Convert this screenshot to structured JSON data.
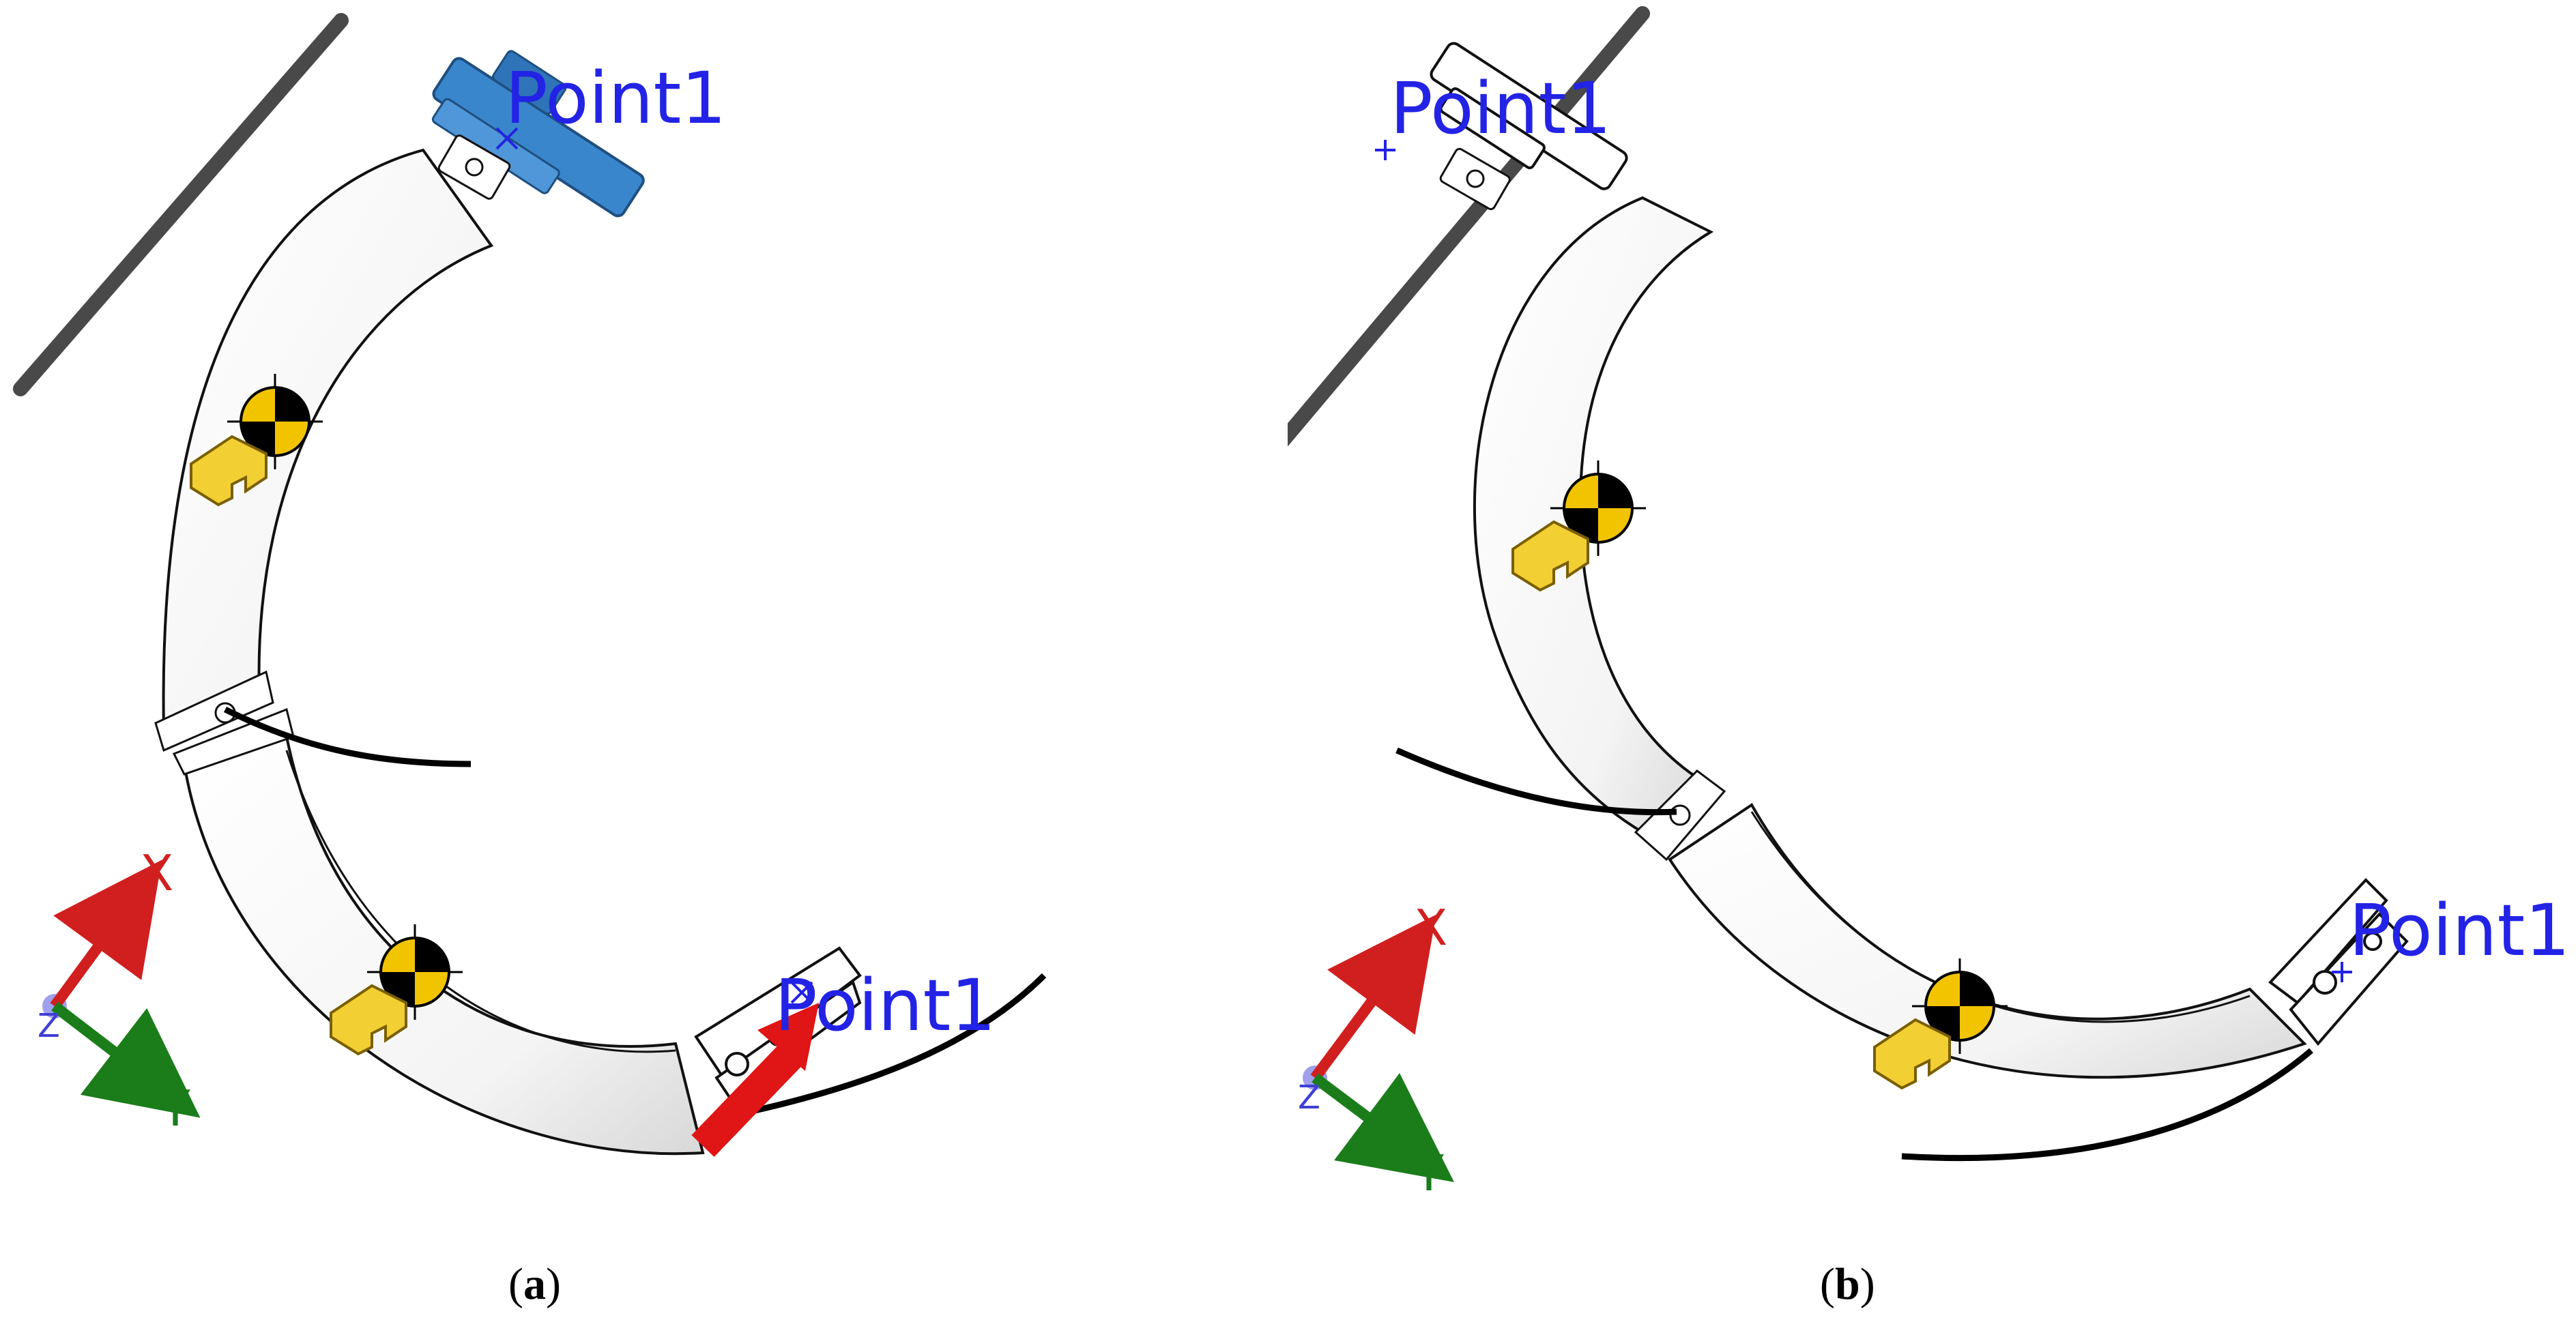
{
  "figure": {
    "panel_a": {
      "caption_letter": "a",
      "point_top_label": "Point1",
      "point_bottom_label": "Point1",
      "axis_x_label": "X",
      "axis_y_label": "Y",
      "axis_z_label": "Z"
    },
    "panel_b": {
      "caption_letter": "b",
      "point_top_label": "Point1",
      "point_bottom_label": "Point1",
      "axis_x_label": "X",
      "axis_y_label": "Y",
      "axis_z_label": "Z"
    }
  },
  "colors": {
    "point_label": "#2323e6",
    "axis_x": "#d11f1f",
    "axis_y": "#1a7d1a",
    "axis_z": "#3f3fd6",
    "selected_part": "#3a86cc",
    "force_arrow": "#e01515",
    "center_of_mass_yellow": "#f2c400",
    "bracket_icon": "#f2cf33"
  },
  "icons": [
    "center-of-mass-icon",
    "part-bracket-icon",
    "force-arrow-icon",
    "triad-icon"
  ]
}
